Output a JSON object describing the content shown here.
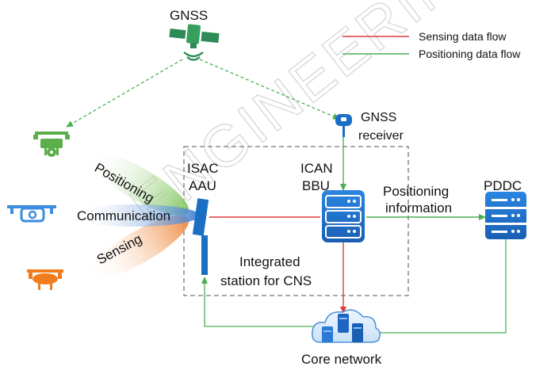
{
  "labels": {
    "gnss": "GNSS",
    "gnss_receiver_line1": "GNSS",
    "gnss_receiver_line2": "receiver",
    "isac_line1": "ISAC",
    "isac_line2": "AAU",
    "ican_line1": "ICAN",
    "ican_line2": "BBU",
    "positioning_info_line1": "Positioning",
    "positioning_info_line2": "information",
    "pddc": "PDDC",
    "integrated_line1": "Integrated",
    "integrated_line2": "station for CNS",
    "core_network": "Core network",
    "beam_positioning": "Positioning",
    "beam_communication": "Communication",
    "beam_sensing": "Sensing"
  },
  "legend": {
    "sensing": "Sensing data flow",
    "positioning": "Positioning data flow"
  },
  "watermark": "ENGINEERING",
  "colors": {
    "sensing_flow": "#e03a3a",
    "positioning_flow": "#4caf50",
    "device_blue": "#1a6fc4",
    "satellite_green": "#2e8b57",
    "drone_green": "#5cae4a",
    "drone_blue": "#3b8de0",
    "drone_orange": "#f07c1e"
  }
}
